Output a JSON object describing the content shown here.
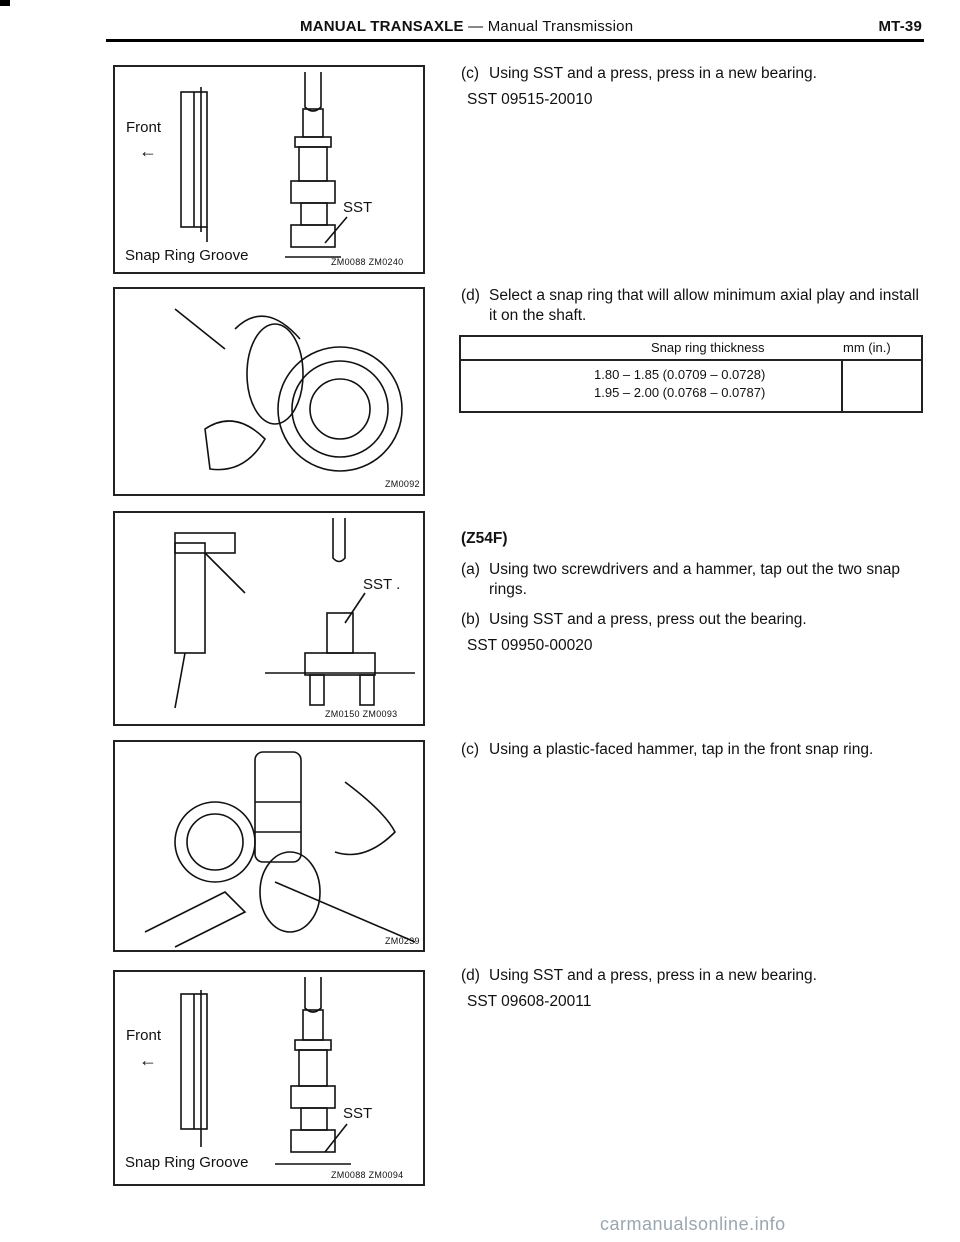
{
  "header": {
    "title_bold": "MANUAL TRANSAXLE",
    "title_sep": "—",
    "title_light": "Manual Transmission",
    "page": "MT-39"
  },
  "figures": [
    {
      "labels": {
        "front": "Front",
        "groove": "Snap Ring Groove",
        "sst": "SST"
      },
      "code": "ZM0088 ZM0240",
      "arrow": "left-arrow-icon"
    },
    {
      "code": "ZM0092"
    },
    {
      "labels": {
        "sst": "SST ."
      },
      "code": "ZM0150 ZM0093"
    },
    {
      "code": "ZM0239"
    },
    {
      "labels": {
        "front": "Front",
        "groove": "Snap Ring Groove",
        "sst": "SST"
      },
      "code": "ZM0088 ZM0094",
      "arrow": "left-arrow-icon"
    }
  ],
  "steps": {
    "c1": {
      "marker": "(c)",
      "text": "Using SST and a press, press in a new bearing."
    },
    "sst1": "SST 09515-20010",
    "d1": {
      "marker": "(d)",
      "text": "Select a snap ring that will allow minimum axial play and install it on the shaft."
    },
    "subhead": "(Z54F)",
    "a2": {
      "marker": "(a)",
      "text": "Using two screwdrivers and a hammer, tap out the two snap rings."
    },
    "b2": {
      "marker": "(b)",
      "text": "Using SST and a press, press out the bearing."
    },
    "sst2": "SST 09950-00020",
    "c2": {
      "marker": "(c)",
      "text": "Using a plastic-faced hammer, tap in the front snap ring."
    },
    "d2": {
      "marker": "(d)",
      "text": "Using SST and a press, press in a new bearing."
    },
    "sst3": "SST 09608-20011"
  },
  "table": {
    "header": "Snap ring thickness",
    "unit": "mm (in.)",
    "rows": [
      "1.80 – 1.85 (0.0709 – 0.0728)",
      "1.95 – 2.00 (0.0768 – 0.0787)"
    ]
  },
  "watermark": "carmanualsonline.info"
}
